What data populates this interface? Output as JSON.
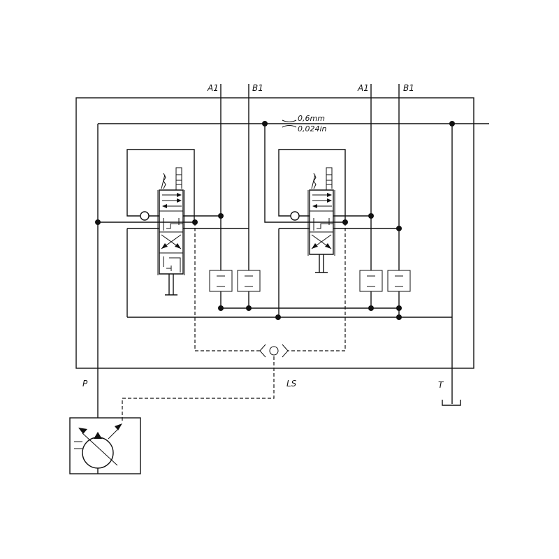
{
  "ports": {
    "a1_left": "A1",
    "b1_left": "B1",
    "a1_right": "A1",
    "b1_right": "B1",
    "pressure": "P",
    "load_sense": "LS",
    "tank": "T"
  },
  "orifice": {
    "metric": "0,6mm",
    "imperial": "0,024in"
  }
}
